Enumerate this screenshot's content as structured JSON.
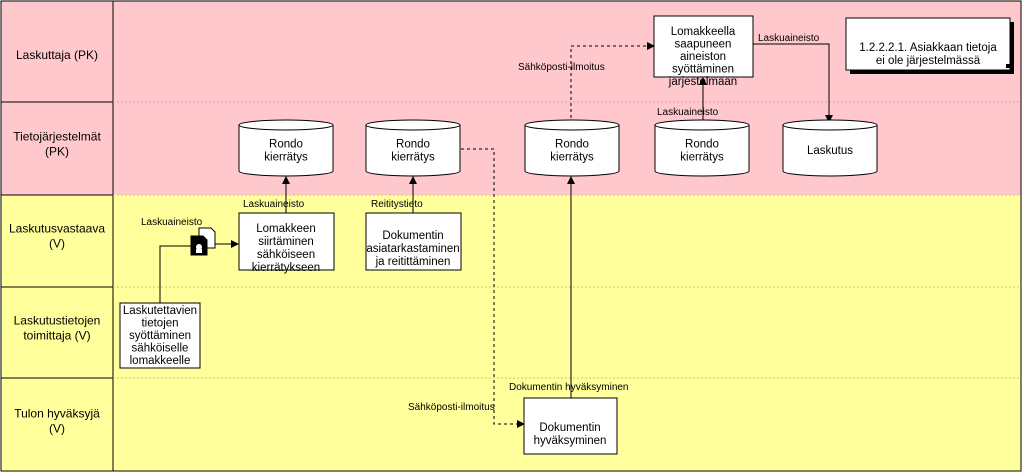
{
  "lanes": [
    {
      "id": "laskuttaja",
      "label": [
        "Laskuttaja (PK)"
      ],
      "color": "#ffc8cd"
    },
    {
      "id": "tietojarjestelmat",
      "label": [
        "Tietojärjestelmät",
        "(PK)"
      ],
      "color": "#ffc8cd"
    },
    {
      "id": "laskutusvastaava",
      "label": [
        "Laskutusvastaava",
        "(V)"
      ],
      "color": "#ffff9b"
    },
    {
      "id": "toimittaja",
      "label": [
        "Laskutustietojen",
        "toimittaja (V)"
      ],
      "color": "#ffff9b"
    },
    {
      "id": "hyvaksyja",
      "label": [
        "Tulon hyväksyjä",
        "(V)"
      ],
      "color": "#ffff9b"
    }
  ],
  "processes": [
    {
      "id": "p-lomakkeella",
      "lines": [
        "Lomakkeella",
        "saapuneen",
        "aineiston",
        "syöttäminen",
        "järjestelmään"
      ]
    },
    {
      "id": "p-siirtaminen",
      "lines": [
        "Lomakkeen",
        "siirtäminen",
        "sähköiseen",
        "kierrätykseen"
      ]
    },
    {
      "id": "p-asiatarkastaminen",
      "lines": [
        "Dokumentin",
        "asiatarkastaminen",
        "ja reitittäminen"
      ]
    },
    {
      "id": "p-syottaminen",
      "lines": [
        "Laskutettavien",
        "tietojen",
        "syöttäminen",
        "sähköiselle",
        "lomakkeelle"
      ]
    },
    {
      "id": "p-hyvaksyminen",
      "lines": [
        "Dokumentin",
        "hyväksyminen"
      ]
    }
  ],
  "reference": {
    "lines": [
      "1.2.2.2.1. Asiakkaan tietoja",
      "ei ole järjestelmässä"
    ]
  },
  "datastores": [
    {
      "id": "db1",
      "lines": [
        "Rondo",
        "kierrätys"
      ]
    },
    {
      "id": "db2",
      "lines": [
        "Rondo",
        "kierrätys"
      ]
    },
    {
      "id": "db3",
      "lines": [
        "Rondo",
        "kierrätys"
      ]
    },
    {
      "id": "db4",
      "lines": [
        "Rondo",
        "kierrätys"
      ]
    },
    {
      "id": "db5",
      "lines": [
        "Laskutus"
      ]
    }
  ],
  "flow_labels": {
    "sahkoposti_top": "Sähköposti-ilmoitus",
    "laskuaineisto_top_right": "Laskuaineisto",
    "laskuaineisto_mid": "Laskuaineisto",
    "laskuaineisto_left": "Laskuaineisto",
    "laskuaineisto_db1": "Laskuaineisto",
    "reititystieto": "Reititystieto",
    "dokumentin_hyvaksyminen": "Dokumentin hyväksyminen",
    "sahkoposti_bottom": "Sähköposti-ilmoitus"
  },
  "colors": {
    "pink": "#ffc8cd",
    "yellow": "#ffff9b",
    "line": "#000000",
    "box": "#ffffff"
  }
}
